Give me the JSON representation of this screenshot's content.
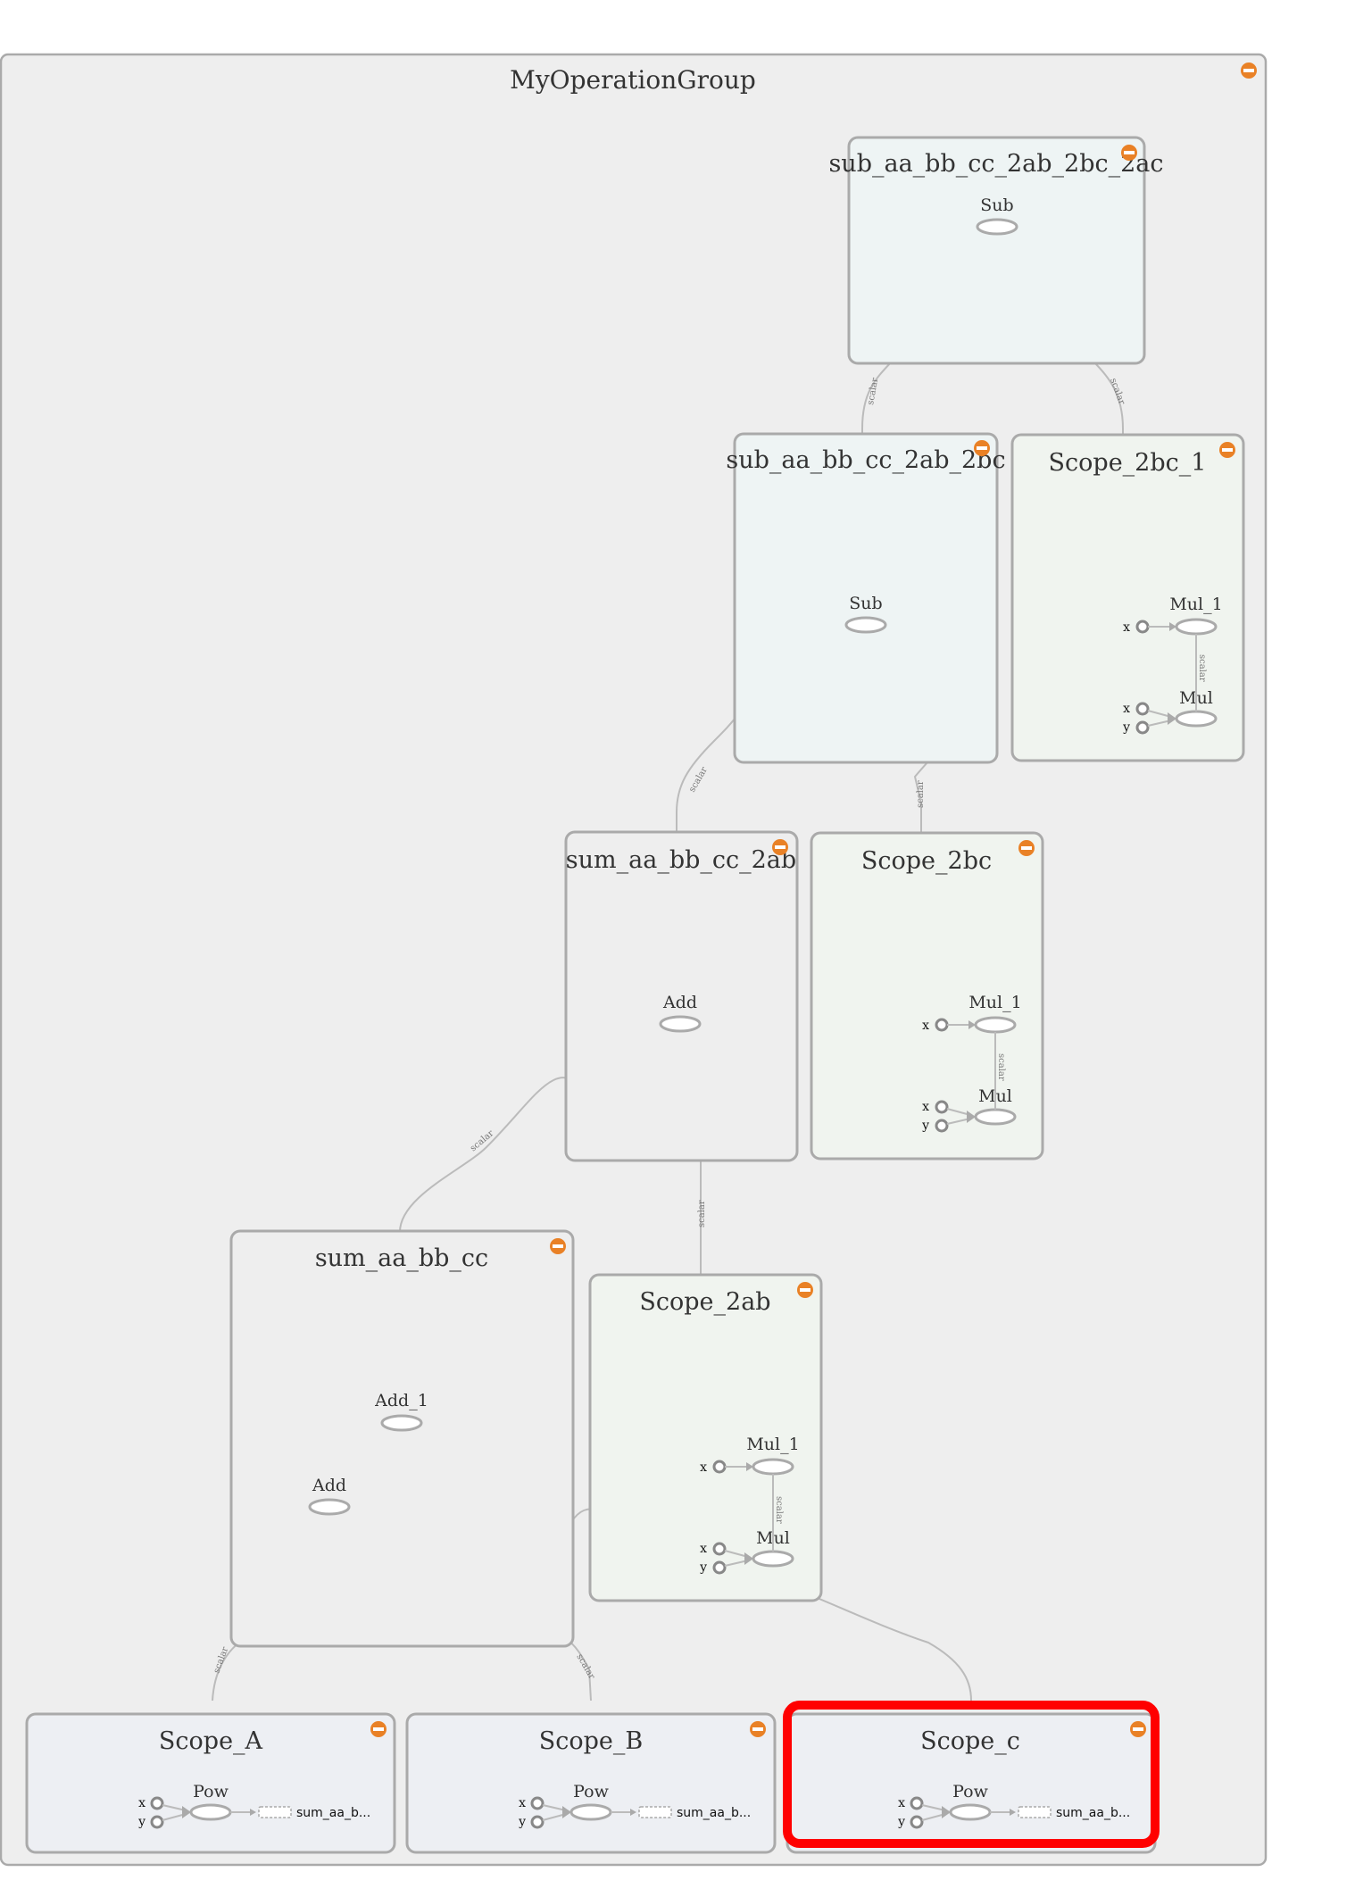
{
  "graph": {
    "title": "MyOperationGroup",
    "edge_label": "scalar",
    "colors": {
      "outer_fill": "#eeeeee",
      "border": "#aaaaaa",
      "sub_fill": "#eef4f4",
      "scope_fill": "#f0f4ef",
      "input_fill": "#edeff3",
      "edge": "#bbbbbb",
      "collapse_button": "#e98126",
      "selection": "#ff0000"
    },
    "groups": {
      "sub_abc": {
        "title": "sub_aa_bb_cc_2ab_2bc_2ac",
        "node": "Sub"
      },
      "sub_ab_bc": {
        "title": "sub_aa_bb_cc_2ab_2bc",
        "node": "Sub"
      },
      "scope_2bc_1": {
        "title": "Scope_2bc_1",
        "node_a": "Mul_1",
        "node_b": "Mul"
      },
      "sum_2ab": {
        "title": "sum_aa_bb_cc_2ab",
        "node": "Add"
      },
      "scope_2bc": {
        "title": "Scope_2bc",
        "node_a": "Mul_1",
        "node_b": "Mul"
      },
      "sum_abc": {
        "title": "sum_aa_bb_cc",
        "node_a": "Add_1",
        "node_b": "Add"
      },
      "scope_2ab": {
        "title": "Scope_2ab",
        "node_a": "Mul_1",
        "node_b": "Mul"
      },
      "scope_a": {
        "title": "Scope_A",
        "node": "Pow",
        "ref": "sum_aa_b..."
      },
      "scope_b": {
        "title": "Scope_B",
        "node": "Pow",
        "ref": "sum_aa_b..."
      },
      "scope_c": {
        "title": "Scope_c",
        "node": "Pow",
        "ref": "sum_aa_b...",
        "selected": true
      }
    },
    "ports": {
      "x": "x",
      "y": "y"
    }
  }
}
